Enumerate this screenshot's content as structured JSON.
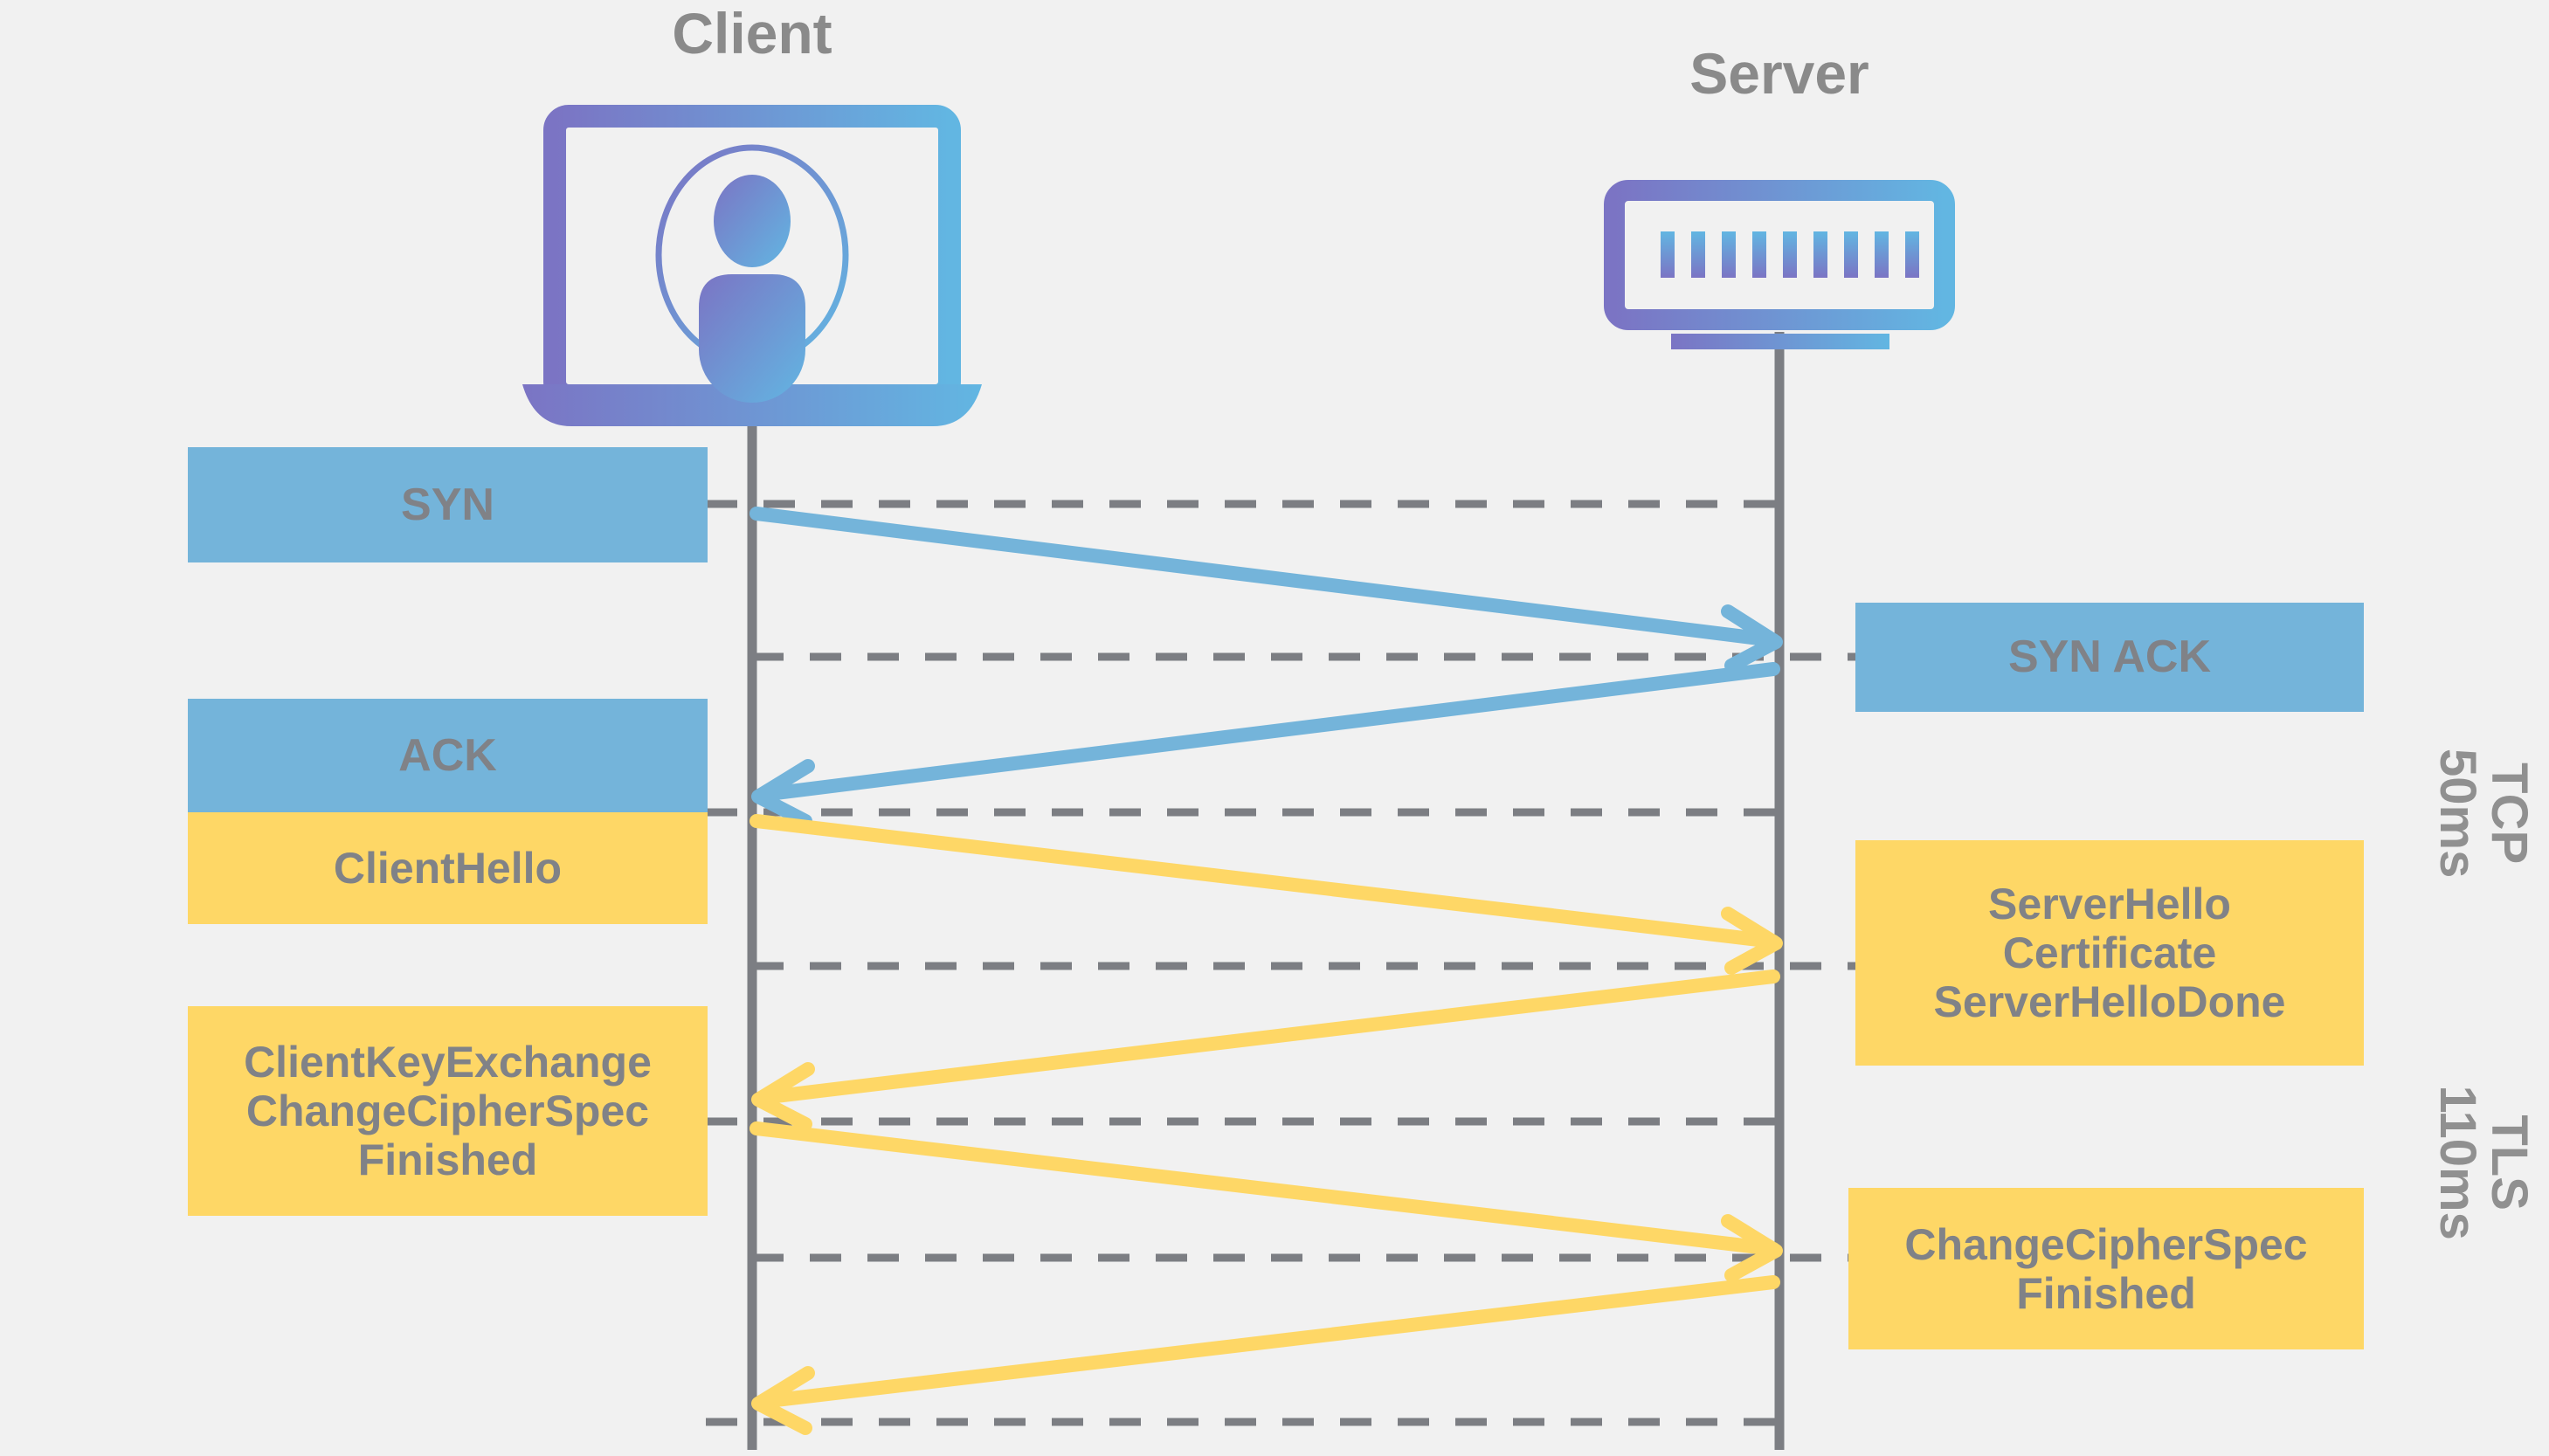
{
  "diagram": {
    "title_client": "Client",
    "title_server": "Server",
    "background": "#f1f1f1",
    "colors": {
      "tcp_blue": "#74b4da",
      "tls_yellow": "#fed766",
      "lifeline_gray": "#7c7e83",
      "text_gray": "#808287",
      "icon_purple": "#7b74c4",
      "icon_blue": "#62b6e2"
    },
    "actors": [
      {
        "name": "client",
        "label": "Client",
        "icon": "laptop-user-icon"
      },
      {
        "name": "server",
        "label": "Server",
        "icon": "server-rack-icon"
      }
    ],
    "client_messages": [
      {
        "id": "syn",
        "label": "SYN",
        "color": "blue",
        "protocol": "TCP"
      },
      {
        "id": "ack",
        "label": "ACK",
        "color": "blue",
        "protocol": "TCP"
      },
      {
        "id": "client-hello",
        "label": "ClientHello",
        "color": "yellow",
        "protocol": "TLS"
      },
      {
        "id": "client-key-exchange",
        "label": "ClientKeyExchange\nChangeCipherSpec\nFinished",
        "color": "yellow",
        "protocol": "TLS"
      }
    ],
    "server_messages": [
      {
        "id": "syn-ack",
        "label": "SYN ACK",
        "color": "blue",
        "protocol": "TCP"
      },
      {
        "id": "server-hello",
        "label": "ServerHello\nCertificate\nServerHelloDone",
        "color": "yellow",
        "protocol": "TLS"
      },
      {
        "id": "change-cipher-spec",
        "label": "ChangeCipherSpec\nFinished",
        "color": "yellow",
        "protocol": "TLS"
      }
    ],
    "phases": [
      {
        "id": "tcp",
        "name": "TCP",
        "latency": "50ms"
      },
      {
        "id": "tls",
        "name": "TLS",
        "latency": "110ms"
      }
    ],
    "arrows": [
      {
        "id": "syn-arrow",
        "direction": "client-to-server",
        "color": "blue"
      },
      {
        "id": "syn-ack-arrow",
        "direction": "server-to-client",
        "color": "blue"
      },
      {
        "id": "client-hello-arrow",
        "direction": "client-to-server",
        "color": "yellow"
      },
      {
        "id": "server-hello-arrow",
        "direction": "server-to-client",
        "color": "yellow"
      },
      {
        "id": "client-key-exchange-arrow",
        "direction": "client-to-server",
        "color": "yellow"
      },
      {
        "id": "change-cipher-spec-arrow",
        "direction": "server-to-client",
        "color": "yellow"
      }
    ]
  }
}
